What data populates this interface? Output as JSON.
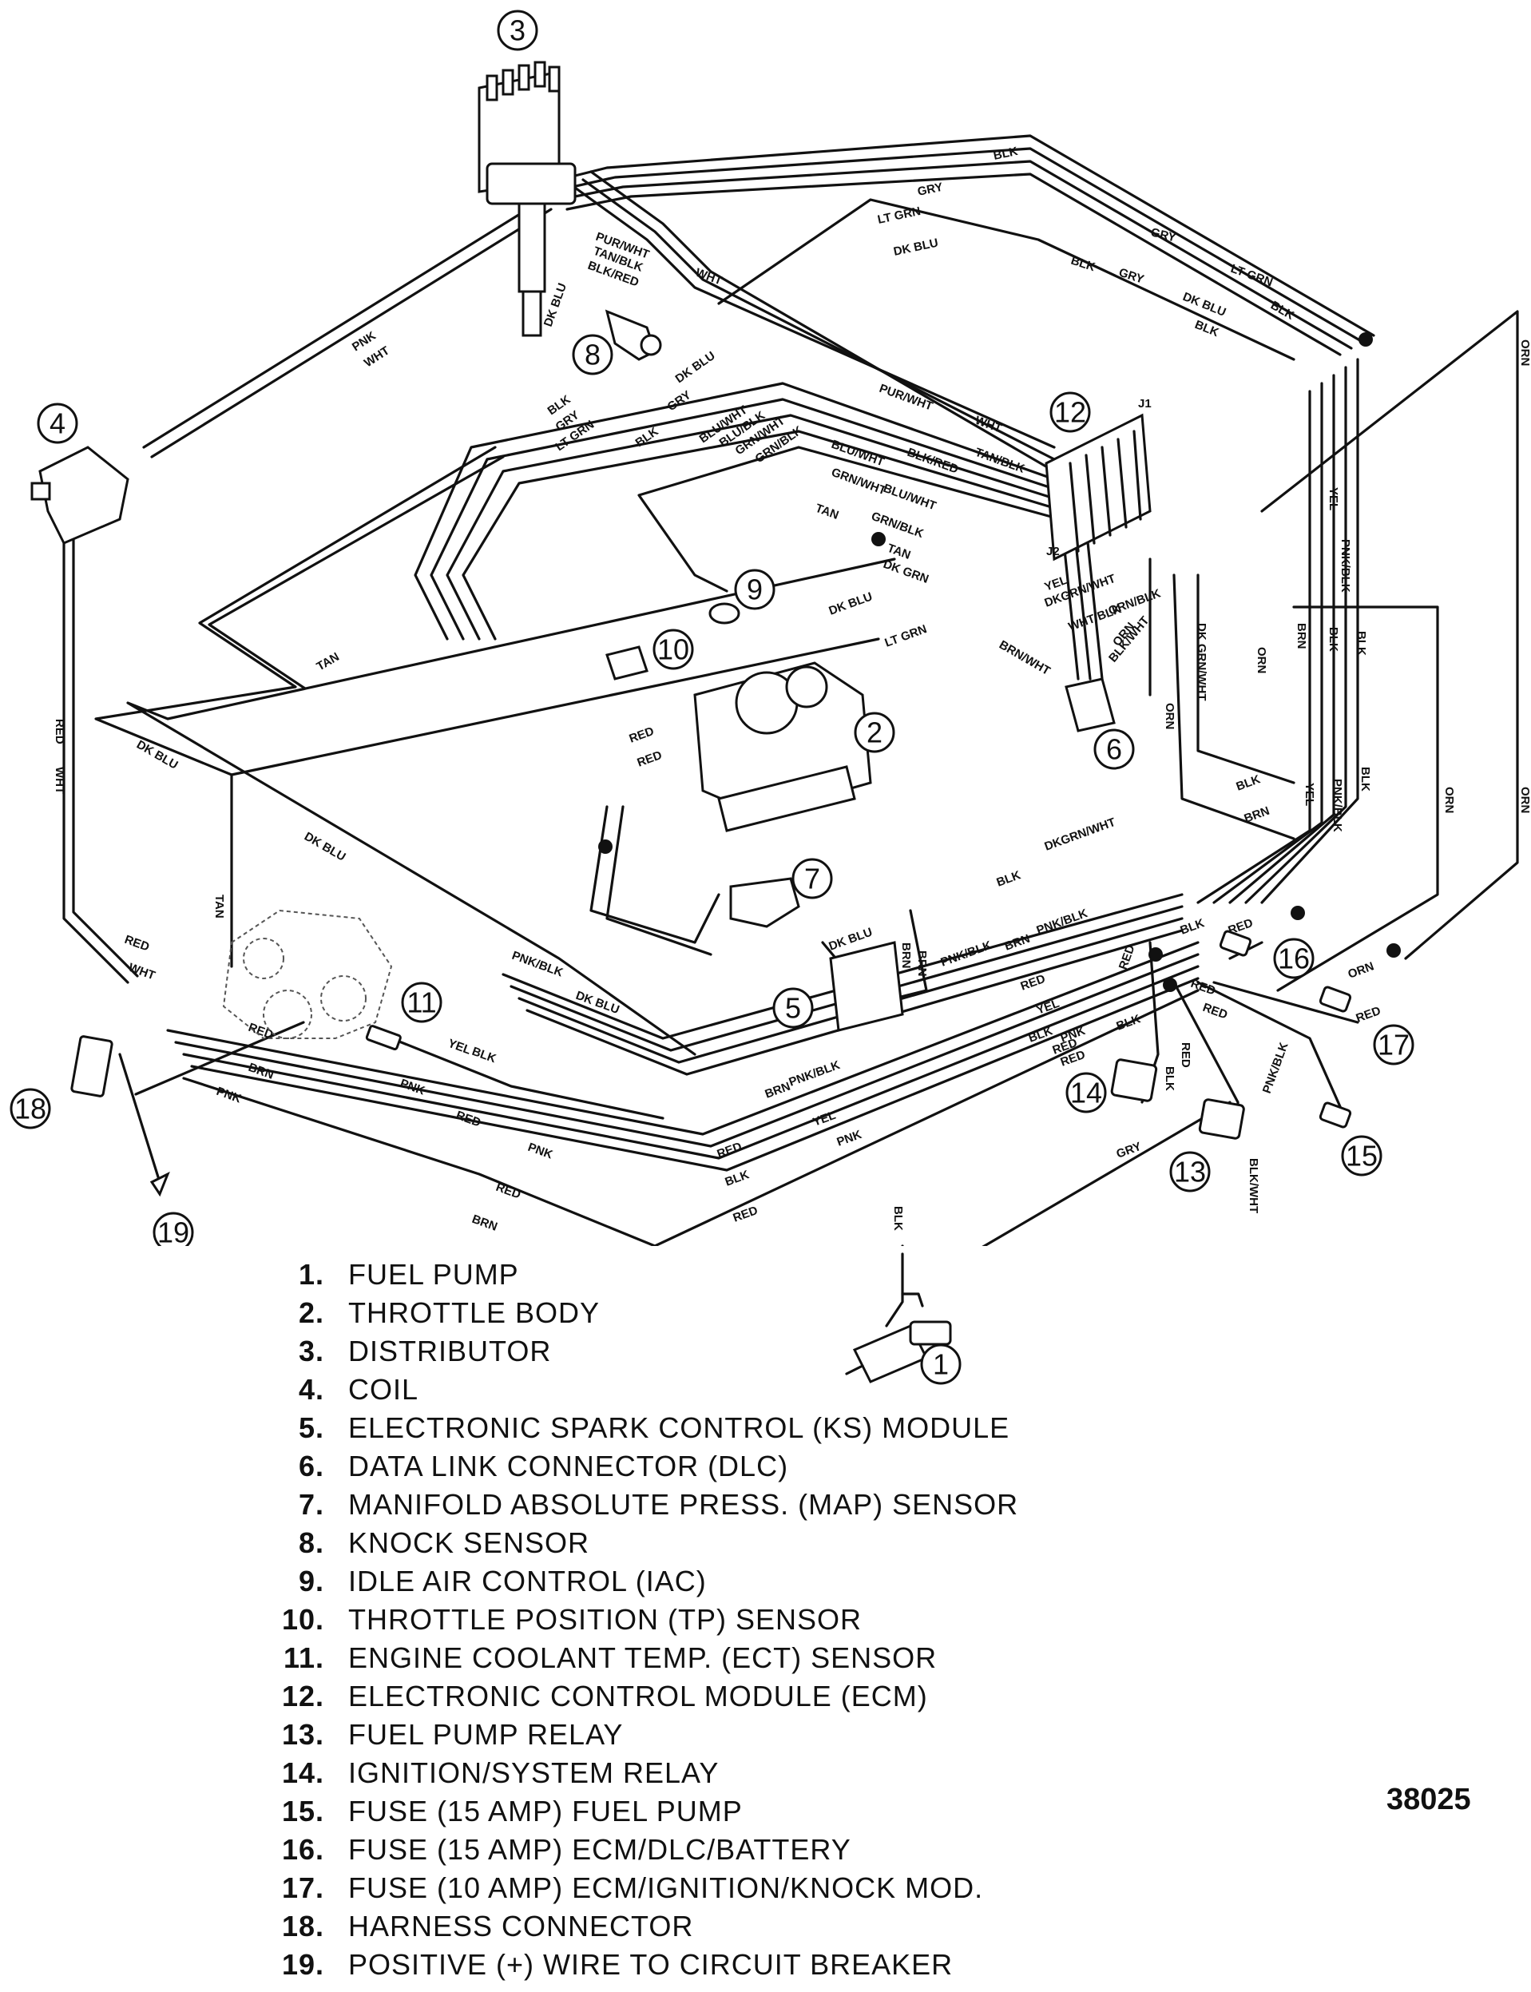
{
  "figure_id": "38025",
  "legend": [
    {
      "num": "1.",
      "label": "FUEL PUMP"
    },
    {
      "num": "2.",
      "label": "THROTTLE BODY"
    },
    {
      "num": "3.",
      "label": "DISTRIBUTOR"
    },
    {
      "num": "4.",
      "label": "COIL"
    },
    {
      "num": "5.",
      "label": "ELECTRONIC SPARK CONTROL (KS) MODULE"
    },
    {
      "num": "6.",
      "label": "DATA LINK CONNECTOR (DLC)"
    },
    {
      "num": "7.",
      "label": "MANIFOLD ABSOLUTE PRESS. (MAP) SENSOR"
    },
    {
      "num": "8.",
      "label": "KNOCK SENSOR"
    },
    {
      "num": "9.",
      "label": "IDLE AIR CONTROL (IAC)"
    },
    {
      "num": "10.",
      "label": "THROTTLE POSITION (TP) SENSOR"
    },
    {
      "num": "11.",
      "label": "ENGINE COOLANT TEMP. (ECT) SENSOR"
    },
    {
      "num": "12.",
      "label": "ELECTRONIC CONTROL MODULE (ECM)"
    },
    {
      "num": "13.",
      "label": "FUEL PUMP RELAY"
    },
    {
      "num": "14.",
      "label": "IGNITION/SYSTEM RELAY"
    },
    {
      "num": "15.",
      "label": "FUSE (15 AMP) FUEL PUMP"
    },
    {
      "num": "16.",
      "label": "FUSE (15 AMP) ECM/DLC/BATTERY"
    },
    {
      "num": "17.",
      "label": "FUSE (10 AMP) ECM/IGNITION/KNOCK MOD."
    },
    {
      "num": "18.",
      "label": "HARNESS CONNECTOR"
    },
    {
      "num": "19.",
      "label": "POSITIVE (+) WIRE TO CIRCUIT BREAKER"
    }
  ],
  "callouts": [
    "1",
    "2",
    "3",
    "4",
    "5",
    "6",
    "7",
    "8",
    "9",
    "10",
    "11",
    "12",
    "13",
    "14",
    "15",
    "16",
    "17",
    "18",
    "19"
  ],
  "ecm_labels": {
    "j1": "J1",
    "j2": "J2"
  },
  "wire_labels": {
    "blk": "BLK",
    "gry": "GRY",
    "lt_grn": "LT GRN",
    "dk_blu": "DK BLU",
    "pur_wht": "PUR/WHT",
    "tan_blk": "TAN/BLK",
    "blk_red": "BLK/RED",
    "wht": "WHT",
    "pnk": "PNK",
    "red": "RED",
    "tan": "TAN",
    "orn": "ORN",
    "yel": "YEL",
    "brn": "BRN",
    "pnk_blk": "PNK/BLK",
    "blu_wht": "BLU/WHT",
    "blu_blk": "BLU/BLK",
    "grn_wht": "GRN/WHT",
    "grn_blk": "GRN/BLK",
    "dk_grn": "DK GRN",
    "dkgrn_wht": "DKGRN/WHT",
    "wht_blk": "WHT/BLK",
    "orn_blk": "ORN/BLK",
    "brn_wht": "BRN/WHT",
    "blk_wht": "BLK/WHT",
    "dk_grn_wht": "DK GRN/WHT"
  }
}
